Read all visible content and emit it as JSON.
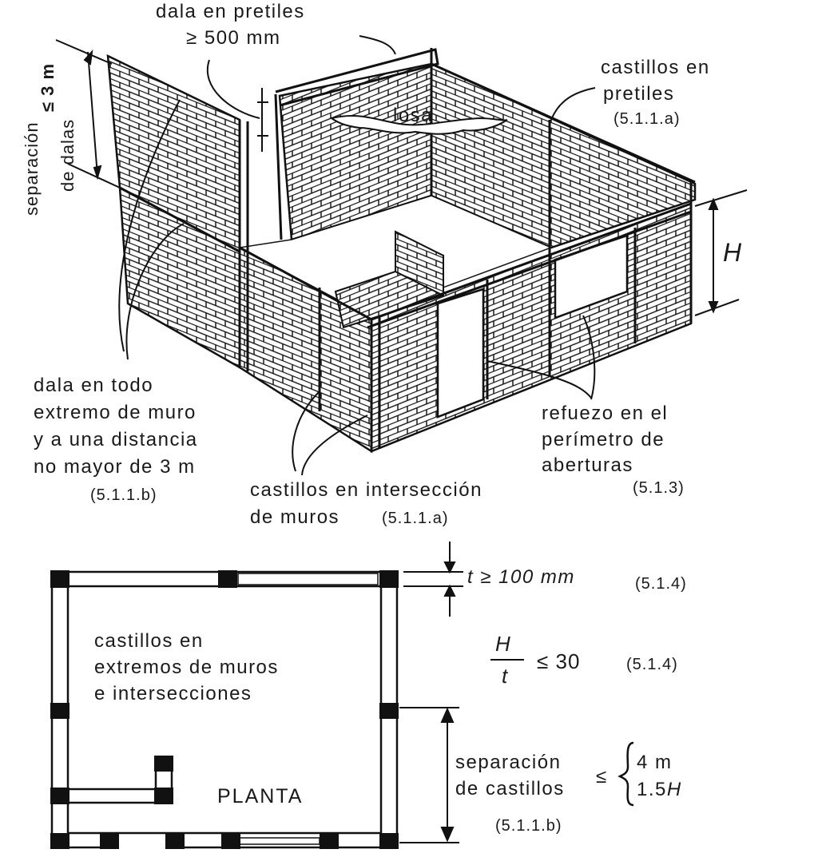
{
  "labels": {
    "dala_pretiles_1": "dala en pretiles",
    "dala_pretiles_2": "≥ 500 mm",
    "separacion_1": "separación",
    "separacion_sym": "≤ 3 m",
    "separacion_2": "de dalas",
    "losa": "losa",
    "castillos_pretiles_1": "castillos en",
    "castillos_pretiles_2": "pretiles",
    "castillos_pretiles_ref": "(5.1.1.a)",
    "H": "H",
    "dala_extremo_1": "dala en todo",
    "dala_extremo_2": "extremo de muro",
    "dala_extremo_3": "y a una distancia",
    "dala_extremo_4": "no mayor de 3 m",
    "dala_extremo_ref": "(5.1.1.b)",
    "refuerzo_1": "refuezo en el",
    "refuerzo_2": "perímetro de",
    "refuerzo_3": "aberturas",
    "refuerzo_ref": "(5.1.3)",
    "castillos_inter_1": "castillos en intersección",
    "castillos_inter_2": "de muros",
    "castillos_inter_ref": "(5.1.1.a)",
    "t_rule": "t ≥ 100 mm",
    "t_rule_ref": "(5.1.4)",
    "ratio_num": "H",
    "ratio_den": "t",
    "ratio_rule": "≤ 30",
    "ratio_ref": "(5.1.4)",
    "plan_text_1": "castillos en",
    "plan_text_2": "extremos de muros",
    "plan_text_3": "e intersecciones",
    "planta": "PLANTA",
    "sep_castillos_1": "separación",
    "sep_castillos_2": "de castillos",
    "sep_le": "≤",
    "sep_opt_1": "4 m",
    "sep_opt_2": "1.5",
    "sep_opt_2_H": "H",
    "sep_castillos_ref": "(5.1.1.b)"
  }
}
